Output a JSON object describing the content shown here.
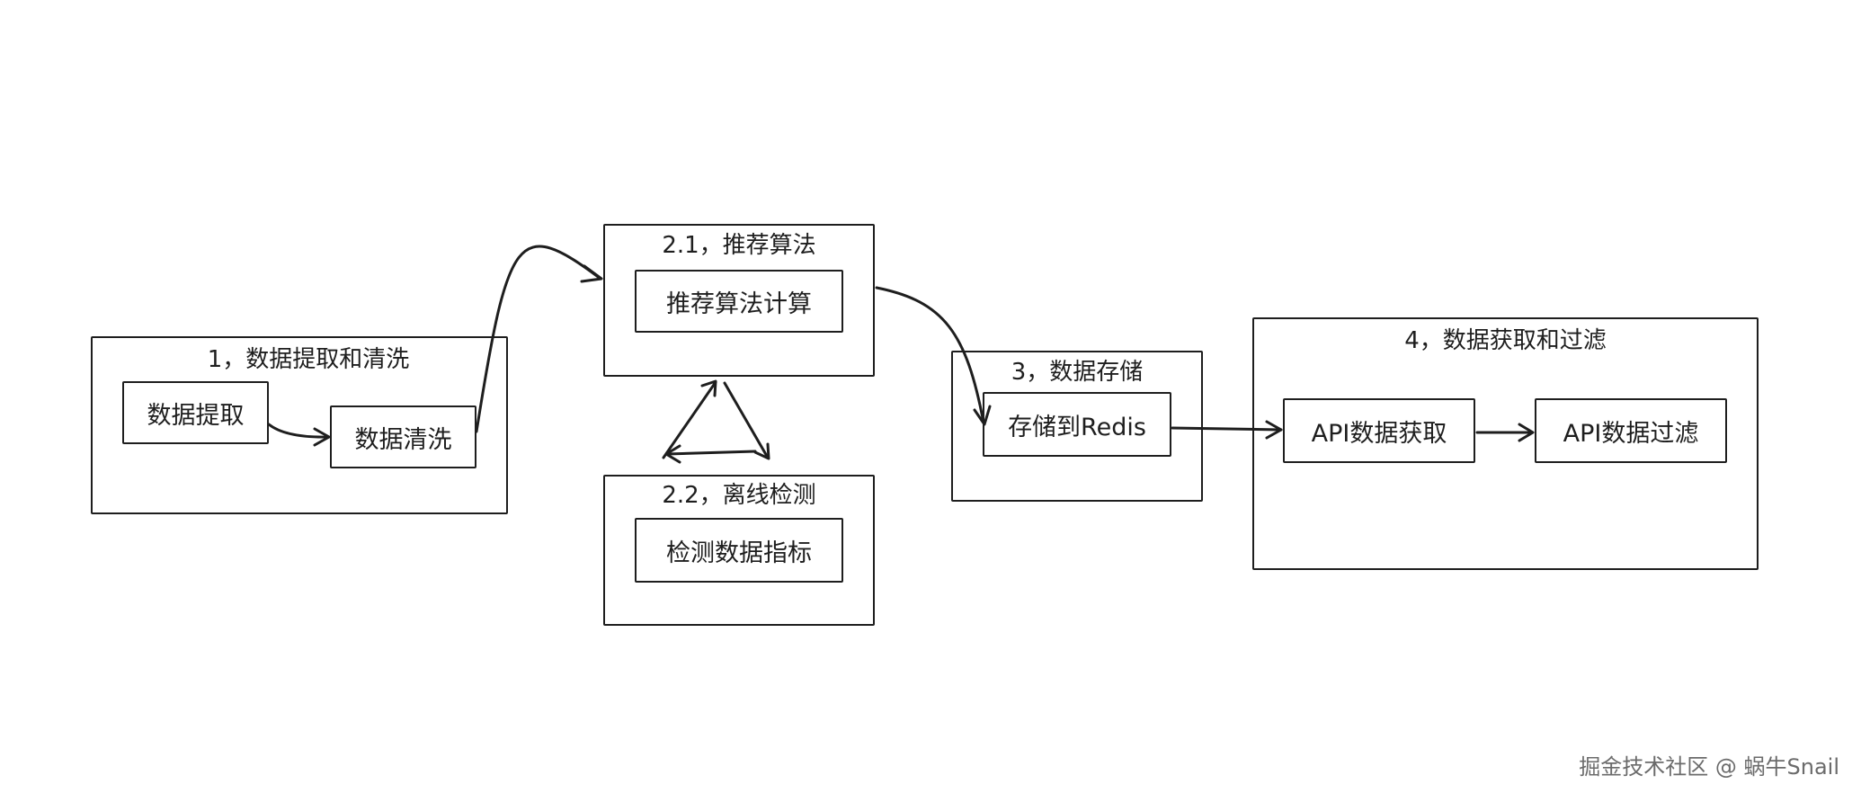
{
  "groups": {
    "g1": {
      "title": "1，数据提取和清洗"
    },
    "g21": {
      "title": "2.1，推荐算法"
    },
    "g22": {
      "title": "2.2，离线检测"
    },
    "g3": {
      "title": "3，数据存储"
    },
    "g4": {
      "title": "4，数据获取和过滤"
    }
  },
  "nodes": {
    "extract": "数据提取",
    "clean": "数据清洗",
    "algo": "推荐算法计算",
    "detect": "检测数据指标",
    "redis": "存储到Redis",
    "api_fetch": "API数据获取",
    "api_filter": "API数据过滤"
  },
  "watermark": "掘金技术社区 @ 蜗牛Snail"
}
